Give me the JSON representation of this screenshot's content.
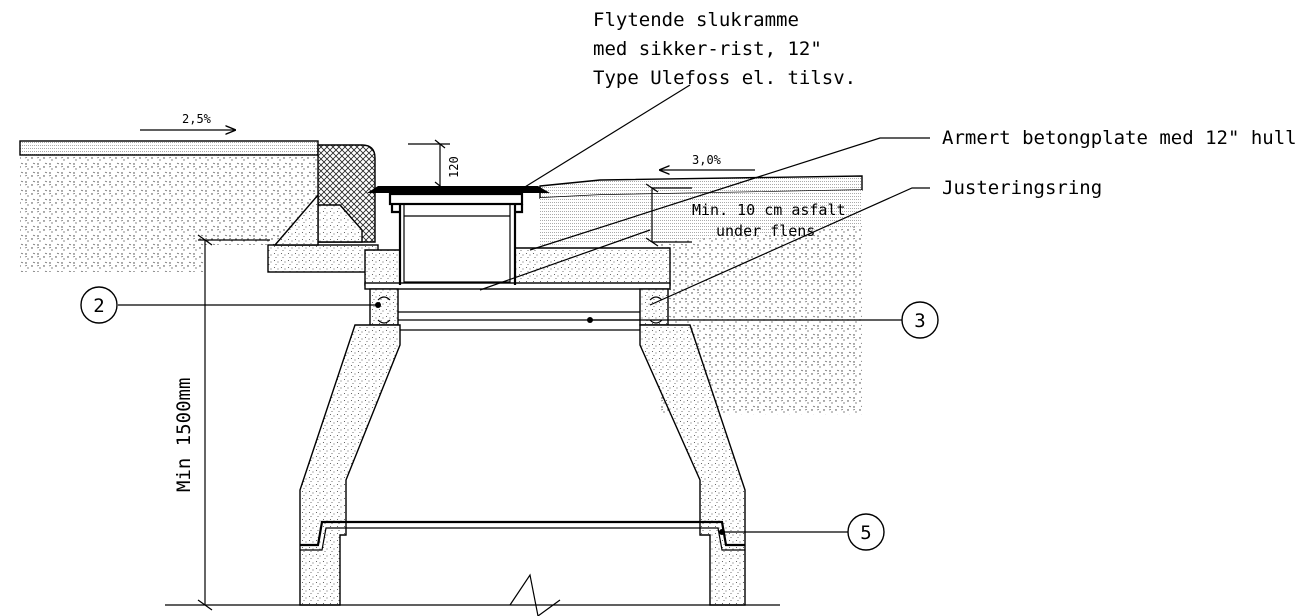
{
  "labels": {
    "grate_line1": "Flytende slukramme",
    "grate_line2": "med sikker-rist, 12\"",
    "grate_line3": "Type Ulefoss el. tilsv.",
    "slab": "Armert betongplate med 12\" hull",
    "ring": "Justeringsring",
    "asphalt_line1": "Min. 10 cm asfalt",
    "asphalt_line2": "under flens",
    "depth": "Min 1500mm",
    "slope_left": "2,5%",
    "slope_right": "3,0%",
    "dim_120": "120"
  },
  "callouts": {
    "c2": "2",
    "c3": "3",
    "c5": "5"
  }
}
